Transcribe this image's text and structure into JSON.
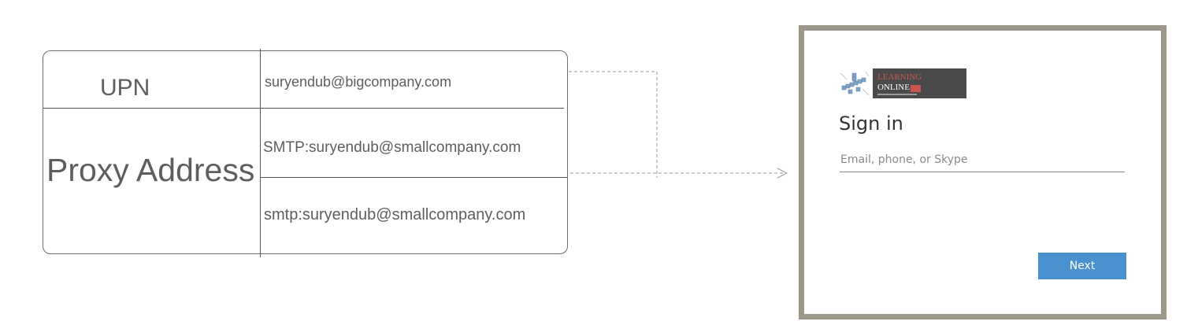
{
  "mapping_table": {
    "upn_label": "UPN",
    "upn_value": "suryendub@bigcompany.com",
    "proxy_label": "Proxy Address",
    "proxy_values": [
      "SMTP:suryendub@smallcompany.com",
      "smtp:suryendub@smallcompany.com"
    ]
  },
  "signin": {
    "logo": {
      "line1": "LEARNING",
      "line2": "ONLINE"
    },
    "title": "Sign in",
    "email_placeholder": "Email, phone, or Skype",
    "email_value": "",
    "next_label": "Next"
  },
  "colors": {
    "frame": "#9b988a",
    "button": "#4a91d0",
    "logo_accent": "#c9574e"
  }
}
